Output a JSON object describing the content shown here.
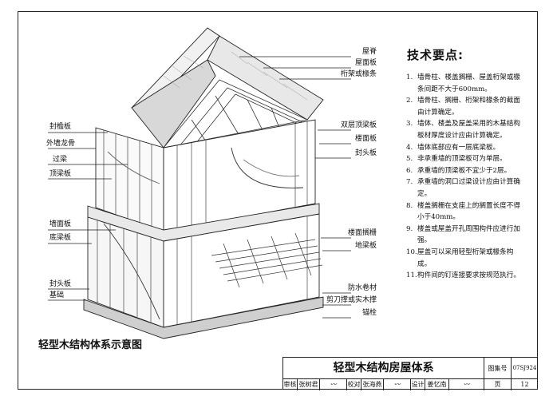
{
  "figure_caption": "轻型木结构体系示意图",
  "left_labels": [
    "封檐板",
    "外墙龙骨",
    "过梁",
    "顶梁板",
    "墙面板",
    "底梁板",
    "封头板",
    "基础"
  ],
  "right_labels": [
    "屋脊",
    "屋面板",
    "桁架或椽条",
    "双层顶梁板",
    "楼面板",
    "封头板",
    "楼面搁栅",
    "地梁板",
    "防水卷材",
    "剪刀撑或实木撑",
    "锚栓"
  ],
  "notes_title": "技术要点:",
  "notes": [
    {
      "num": "1.",
      "text": "墙骨柱、楼盖搁栅、屋盖桁架或椽条间距不大于600mm。"
    },
    {
      "num": "2.",
      "text": "墙骨柱、搁栅、桁架和椽条的截面由计算确定。"
    },
    {
      "num": "3.",
      "text": "墙体、楼盖及屋盖采用的木基结构板材厚度设计应由计算确定。"
    },
    {
      "num": "4.",
      "text": "墙体底部应有一层底梁板。"
    },
    {
      "num": "5.",
      "text": "非承重墙的顶梁板可为单层。"
    },
    {
      "num": "6.",
      "text": "承重墙的顶梁板不宜少于2层。"
    },
    {
      "num": "7.",
      "text": "承重墙的洞口过梁设计应由计算确定。"
    },
    {
      "num": "8.",
      "text": "楼盖搁栅在支座上的搁置长度不得小于40mm。"
    },
    {
      "num": "9.",
      "text": "楼盖或屋盖开孔周围构件应进行加强。"
    },
    {
      "num": "10.",
      "text": "屋盖可以采用轻型桁架或椽条构成。"
    },
    {
      "num": "11.",
      "text": "构件间的钉连接要求按规范执行。"
    }
  ],
  "title_block": {
    "title": "轻型木结构房屋体系",
    "atlas_label": "图集号",
    "atlas_no": "07SJ924",
    "review_label": "审核",
    "reviewer": "张树君",
    "proof_label": "校对",
    "proofer": "张海燕",
    "design_label": "设计",
    "designer": "姜忆南",
    "page_label": "页",
    "page_no": "12"
  }
}
